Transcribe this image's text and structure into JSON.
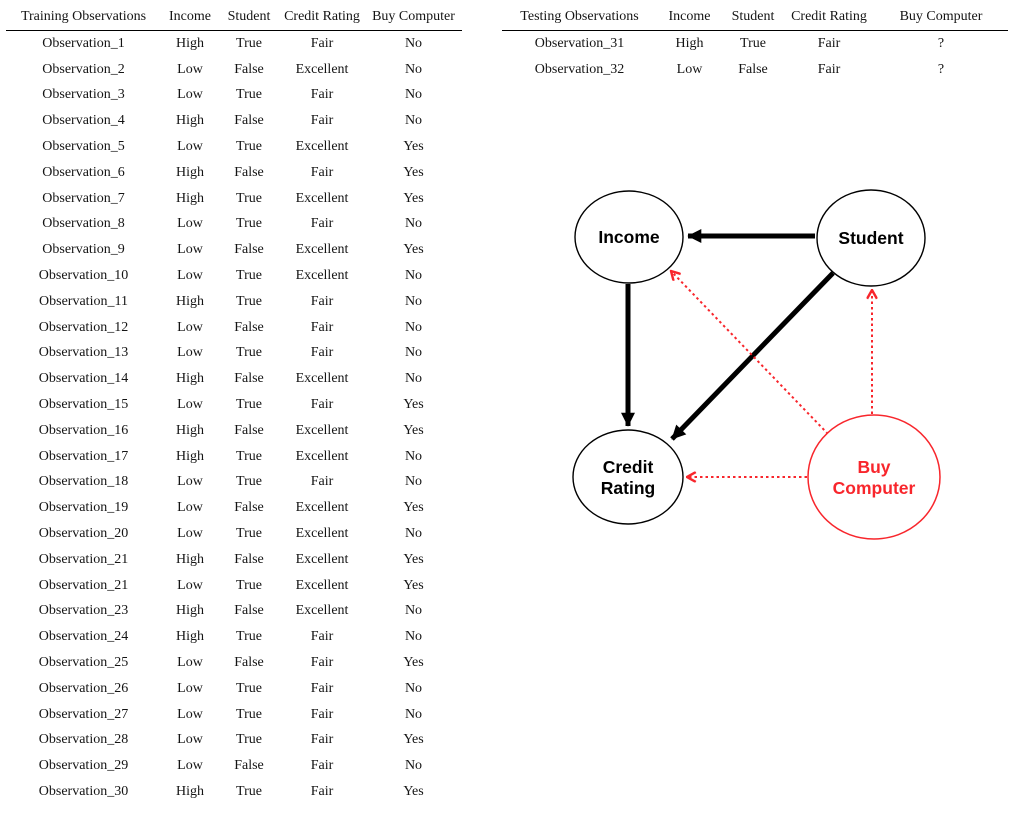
{
  "training_table": {
    "columns": [
      "Training Observations",
      "Income",
      "Student",
      "Credit Rating",
      "Buy Computer"
    ],
    "rows": [
      [
        "Observation_1",
        "High",
        "True",
        "Fair",
        "No"
      ],
      [
        "Observation_2",
        "Low",
        "False",
        "Excellent",
        "No"
      ],
      [
        "Observation_3",
        "Low",
        "True",
        "Fair",
        "No"
      ],
      [
        "Observation_4",
        "High",
        "False",
        "Fair",
        "No"
      ],
      [
        "Observation_5",
        "Low",
        "True",
        "Excellent",
        "Yes"
      ],
      [
        "Observation_6",
        "High",
        "False",
        "Fair",
        "Yes"
      ],
      [
        "Observation_7",
        "High",
        "True",
        "Excellent",
        "Yes"
      ],
      [
        "Observation_8",
        "Low",
        "True",
        "Fair",
        "No"
      ],
      [
        "Observation_9",
        "Low",
        "False",
        "Excellent",
        "Yes"
      ],
      [
        "Observation_10",
        "Low",
        "True",
        "Excellent",
        "No"
      ],
      [
        "Observation_11",
        "High",
        "True",
        "Fair",
        "No"
      ],
      [
        "Observation_12",
        "Low",
        "False",
        "Fair",
        "No"
      ],
      [
        "Observation_13",
        "Low",
        "True",
        "Fair",
        "No"
      ],
      [
        "Observation_14",
        "High",
        "False",
        "Excellent",
        "No"
      ],
      [
        "Observation_15",
        "Low",
        "True",
        "Fair",
        "Yes"
      ],
      [
        "Observation_16",
        "High",
        "False",
        "Excellent",
        "Yes"
      ],
      [
        "Observation_17",
        "High",
        "True",
        "Excellent",
        "No"
      ],
      [
        "Observation_18",
        "Low",
        "True",
        "Fair",
        "No"
      ],
      [
        "Observation_19",
        "Low",
        "False",
        "Excellent",
        "Yes"
      ],
      [
        "Observation_20",
        "Low",
        "True",
        "Excellent",
        "No"
      ],
      [
        "Observation_21",
        "High",
        "False",
        "Excellent",
        "Yes"
      ],
      [
        "Observation_21",
        "Low",
        "True",
        "Excellent",
        "Yes"
      ],
      [
        "Observation_23",
        "High",
        "False",
        "Excellent",
        "No"
      ],
      [
        "Observation_24",
        "High",
        "True",
        "Fair",
        "No"
      ],
      [
        "Observation_25",
        "Low",
        "False",
        "Fair",
        "Yes"
      ],
      [
        "Observation_26",
        "Low",
        "True",
        "Fair",
        "No"
      ],
      [
        "Observation_27",
        "Low",
        "True",
        "Fair",
        "No"
      ],
      [
        "Observation_28",
        "Low",
        "True",
        "Fair",
        "Yes"
      ],
      [
        "Observation_29",
        "Low",
        "False",
        "Fair",
        "No"
      ],
      [
        "Observation_30",
        "High",
        "True",
        "Fair",
        "Yes"
      ]
    ]
  },
  "testing_table": {
    "columns": [
      "Testing Observations",
      "Income",
      "Student",
      "Credit Rating",
      "Buy Computer"
    ],
    "rows": [
      [
        "Observation_31",
        "High",
        "True",
        "Fair",
        "?"
      ],
      [
        "Observation_32",
        "Low",
        "False",
        "Fair",
        "?"
      ]
    ]
  },
  "diagram": {
    "nodes": [
      {
        "name": "income",
        "label": "Income",
        "color": "#000000"
      },
      {
        "name": "student",
        "label": "Student",
        "color": "#000000"
      },
      {
        "name": "credit-rating",
        "label_line1": "Credit",
        "label_line2": "Rating",
        "color": "#000000"
      },
      {
        "name": "buy-computer",
        "label_line1": "Buy",
        "label_line2": "Computer",
        "color": "#f8262c"
      }
    ],
    "edges": [
      {
        "from": "Student",
        "to": "Income",
        "style": "solid",
        "color": "#000000"
      },
      {
        "from": "Income",
        "to": "Credit Rating",
        "style": "solid",
        "color": "#000000"
      },
      {
        "from": "Student",
        "to": "Credit Rating",
        "style": "solid",
        "color": "#000000"
      },
      {
        "from": "Buy Computer",
        "to": "Income",
        "style": "dotted",
        "color": "#f8262c"
      },
      {
        "from": "Buy Computer",
        "to": "Student",
        "style": "dotted",
        "color": "#f8262c"
      },
      {
        "from": "Buy Computer",
        "to": "Credit Rating",
        "style": "dotted",
        "color": "#f8262c"
      }
    ]
  },
  "colors": {
    "accent_red": "#f8262c",
    "black": "#000000"
  }
}
